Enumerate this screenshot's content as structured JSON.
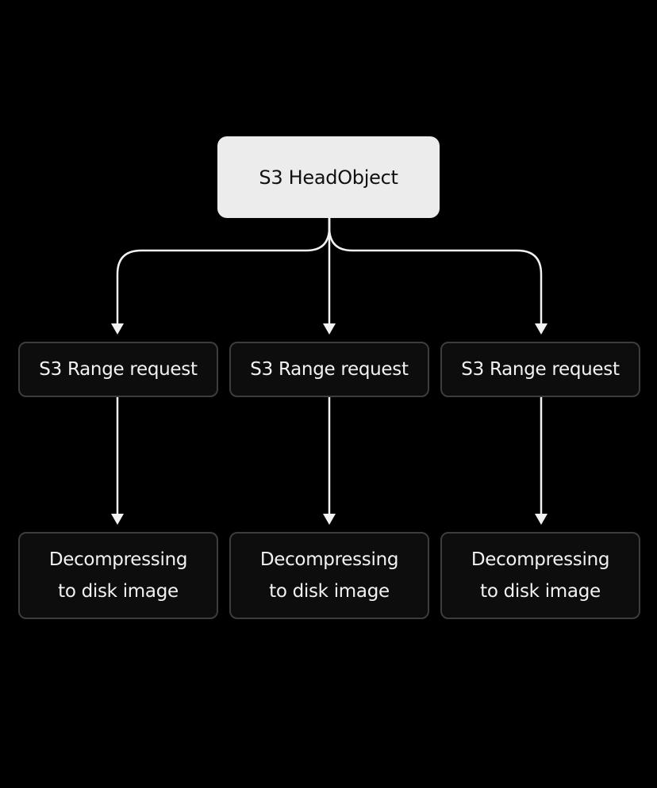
{
  "diagram": {
    "root": {
      "label": "S3 HeadObject"
    },
    "branches": [
      {
        "range_label": "S3 Range request",
        "decompress_line1": "Decompressing",
        "decompress_line2": "to disk image"
      },
      {
        "range_label": "S3 Range request",
        "decompress_line1": "Decompressing",
        "decompress_line2": "to disk image"
      },
      {
        "range_label": "S3 Range request",
        "decompress_line1": "Decompressing",
        "decompress_line2": "to disk image"
      }
    ],
    "colors": {
      "background": "#000000",
      "root_fill": "#ececec",
      "root_text": "#111111",
      "node_fill": "#0d0d0d",
      "node_border": "#3d3d3d",
      "node_text": "#f2f2f2",
      "connector": "#f2f2f2"
    }
  }
}
